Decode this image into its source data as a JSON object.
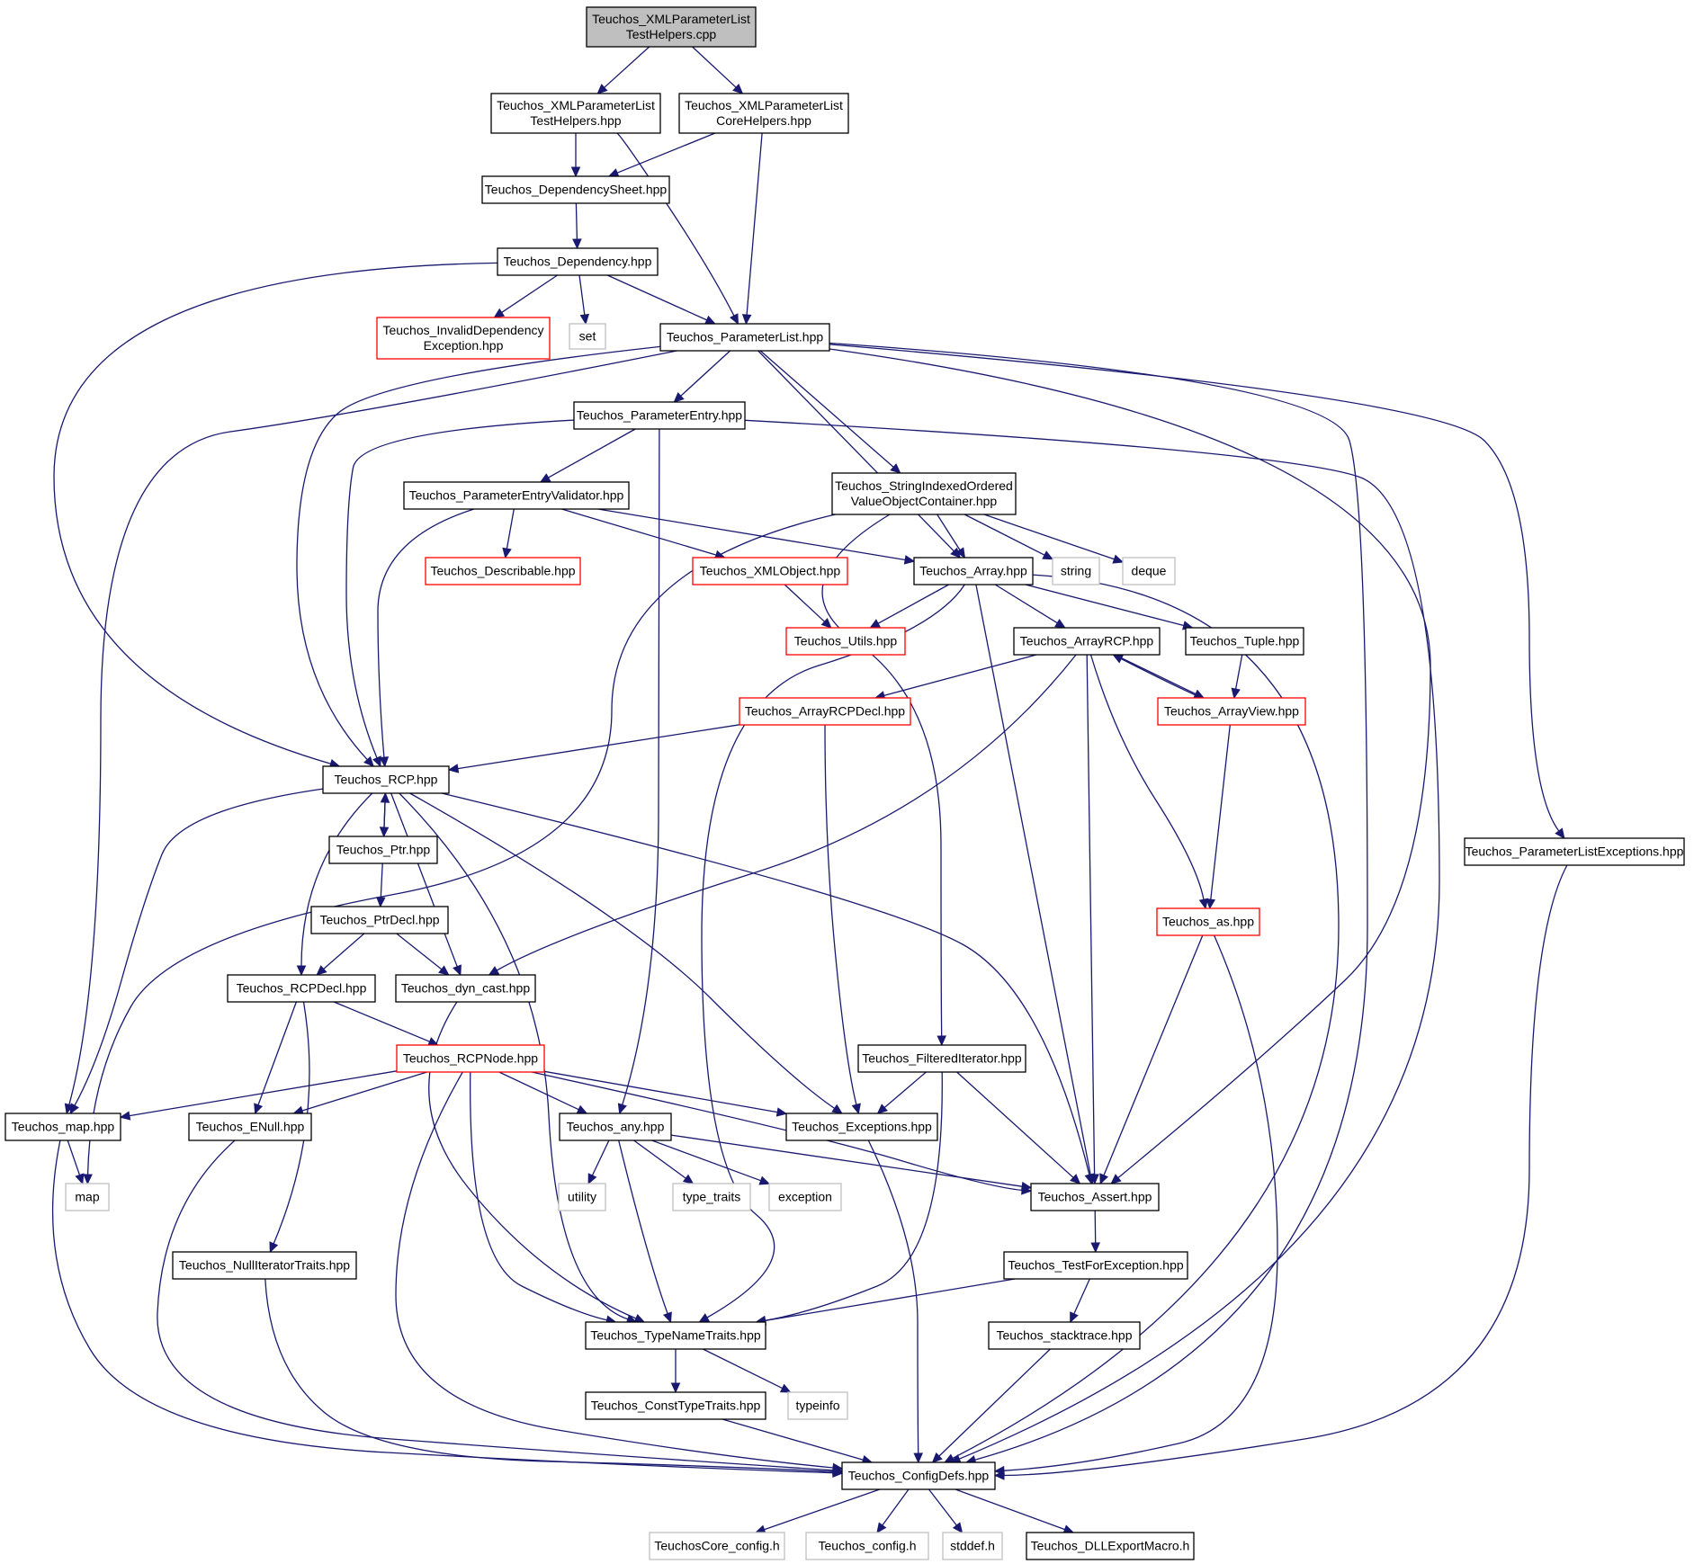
{
  "graph": {
    "colors": {
      "edge": "#191970",
      "border_default": "#000000",
      "border_truncated": "#ff0000",
      "border_external": "#bfbfbf",
      "fill_root": "#bfbfbf",
      "fill_default": "#ffffff"
    },
    "nodes": [
      {
        "id": "root",
        "kind": "root",
        "lines": [
          "Teuchos_XMLParameterList",
          "TestHelpers.cpp"
        ]
      },
      {
        "id": "testhelpers_hpp",
        "kind": "default",
        "lines": [
          "Teuchos_XMLParameterList",
          "TestHelpers.hpp"
        ]
      },
      {
        "id": "corehelpers_hpp",
        "kind": "default",
        "lines": [
          "Teuchos_XMLParameterList",
          "CoreHelpers.hpp"
        ]
      },
      {
        "id": "dependencysheet",
        "kind": "default",
        "lines": [
          "Teuchos_DependencySheet.hpp"
        ]
      },
      {
        "id": "dependency",
        "kind": "default",
        "lines": [
          "Teuchos_Dependency.hpp"
        ]
      },
      {
        "id": "invaliddependency",
        "kind": "truncated",
        "lines": [
          "Teuchos_InvalidDependency",
          "Exception.hpp"
        ]
      },
      {
        "id": "set",
        "kind": "external",
        "lines": [
          "set"
        ]
      },
      {
        "id": "parameterlist",
        "kind": "default",
        "lines": [
          "Teuchos_ParameterList.hpp"
        ]
      },
      {
        "id": "parameterentry",
        "kind": "default",
        "lines": [
          "Teuchos_ParameterEntry.hpp"
        ]
      },
      {
        "id": "parameterentryvalidator",
        "kind": "default",
        "lines": [
          "Teuchos_ParameterEntryValidator.hpp"
        ]
      },
      {
        "id": "stringindexed",
        "kind": "default",
        "lines": [
          "Teuchos_StringIndexedOrdered",
          "ValueObjectContainer.hpp"
        ]
      },
      {
        "id": "describable",
        "kind": "truncated",
        "lines": [
          "Teuchos_Describable.hpp"
        ]
      },
      {
        "id": "xmlobject",
        "kind": "truncated",
        "lines": [
          "Teuchos_XMLObject.hpp"
        ]
      },
      {
        "id": "array",
        "kind": "default",
        "lines": [
          "Teuchos_Array.hpp"
        ]
      },
      {
        "id": "string",
        "kind": "external",
        "lines": [
          "string"
        ]
      },
      {
        "id": "deque",
        "kind": "external",
        "lines": [
          "deque"
        ]
      },
      {
        "id": "utils",
        "kind": "truncated",
        "lines": [
          "Teuchos_Utils.hpp"
        ]
      },
      {
        "id": "arrayrcp",
        "kind": "default",
        "lines": [
          "Teuchos_ArrayRCP.hpp"
        ]
      },
      {
        "id": "tuple",
        "kind": "default",
        "lines": [
          "Teuchos_Tuple.hpp"
        ]
      },
      {
        "id": "arrayrcpdecl",
        "kind": "truncated",
        "lines": [
          "Teuchos_ArrayRCPDecl.hpp"
        ]
      },
      {
        "id": "arrayview",
        "kind": "truncated",
        "lines": [
          "Teuchos_ArrayView.hpp"
        ]
      },
      {
        "id": "rcp",
        "kind": "default",
        "lines": [
          "Teuchos_RCP.hpp"
        ]
      },
      {
        "id": "parameterlistexceptions",
        "kind": "default",
        "lines": [
          "Teuchos_ParameterListExceptions.hpp"
        ]
      },
      {
        "id": "ptr",
        "kind": "default",
        "lines": [
          "Teuchos_Ptr.hpp"
        ]
      },
      {
        "id": "ptrdecl",
        "kind": "default",
        "lines": [
          "Teuchos_PtrDecl.hpp"
        ]
      },
      {
        "id": "as",
        "kind": "truncated",
        "lines": [
          "Teuchos_as.hpp"
        ]
      },
      {
        "id": "rcpdecl",
        "kind": "default",
        "lines": [
          "Teuchos_RCPDecl.hpp"
        ]
      },
      {
        "id": "dyncast",
        "kind": "default",
        "lines": [
          "Teuchos_dyn_cast.hpp"
        ]
      },
      {
        "id": "rcpnode",
        "kind": "truncated",
        "lines": [
          "Teuchos_RCPNode.hpp"
        ]
      },
      {
        "id": "filterediterator",
        "kind": "default",
        "lines": [
          "Teuchos_FilteredIterator.hpp"
        ]
      },
      {
        "id": "map_hpp",
        "kind": "default",
        "lines": [
          "Teuchos_map.hpp"
        ]
      },
      {
        "id": "enull",
        "kind": "default",
        "lines": [
          "Teuchos_ENull.hpp"
        ]
      },
      {
        "id": "any",
        "kind": "default",
        "lines": [
          "Teuchos_any.hpp"
        ]
      },
      {
        "id": "exceptions",
        "kind": "default",
        "lines": [
          "Teuchos_Exceptions.hpp"
        ]
      },
      {
        "id": "map",
        "kind": "external",
        "lines": [
          "map"
        ]
      },
      {
        "id": "utility",
        "kind": "external",
        "lines": [
          "utility"
        ]
      },
      {
        "id": "type_traits",
        "kind": "external",
        "lines": [
          "type_traits"
        ]
      },
      {
        "id": "exception",
        "kind": "external",
        "lines": [
          "exception"
        ]
      },
      {
        "id": "assert",
        "kind": "default",
        "lines": [
          "Teuchos_Assert.hpp"
        ]
      },
      {
        "id": "nulliteratortraits",
        "kind": "default",
        "lines": [
          "Teuchos_NullIteratorTraits.hpp"
        ]
      },
      {
        "id": "testforexception",
        "kind": "default",
        "lines": [
          "Teuchos_TestForException.hpp"
        ]
      },
      {
        "id": "typenametraits",
        "kind": "default",
        "lines": [
          "Teuchos_TypeNameTraits.hpp"
        ]
      },
      {
        "id": "stacktrace",
        "kind": "default",
        "lines": [
          "Teuchos_stacktrace.hpp"
        ]
      },
      {
        "id": "consttypetraits",
        "kind": "default",
        "lines": [
          "Teuchos_ConstTypeTraits.hpp"
        ]
      },
      {
        "id": "typeinfo",
        "kind": "external",
        "lines": [
          "typeinfo"
        ]
      },
      {
        "id": "configdefs",
        "kind": "default",
        "lines": [
          "Teuchos_ConfigDefs.hpp"
        ]
      },
      {
        "id": "teuchoscore_config",
        "kind": "external",
        "lines": [
          "TeuchosCore_config.h"
        ]
      },
      {
        "id": "teuchos_config",
        "kind": "external",
        "lines": [
          "Teuchos_config.h"
        ]
      },
      {
        "id": "stddef",
        "kind": "external",
        "lines": [
          "stddef.h"
        ]
      },
      {
        "id": "dllexport",
        "kind": "default",
        "lines": [
          "Teuchos_DLLExportMacro.h"
        ]
      }
    ],
    "edges": [
      [
        "root",
        "testhelpers_hpp"
      ],
      [
        "root",
        "corehelpers_hpp"
      ],
      [
        "testhelpers_hpp",
        "dependencysheet"
      ],
      [
        "testhelpers_hpp",
        "parameterlist"
      ],
      [
        "corehelpers_hpp",
        "dependencysheet"
      ],
      [
        "corehelpers_hpp",
        "parameterlist"
      ],
      [
        "dependencysheet",
        "dependency"
      ],
      [
        "dependency",
        "invaliddependency"
      ],
      [
        "dependency",
        "set"
      ],
      [
        "dependency",
        "parameterlist"
      ],
      [
        "dependency",
        "rcp"
      ],
      [
        "parameterlist",
        "parameterentry"
      ],
      [
        "parameterlist",
        "stringindexed"
      ],
      [
        "parameterlist",
        "array"
      ],
      [
        "parameterlist",
        "rcp"
      ],
      [
        "parameterlist",
        "map_hpp"
      ],
      [
        "parameterlist",
        "assert"
      ],
      [
        "parameterlist",
        "parameterlistexceptions"
      ],
      [
        "parameterlist",
        "configdefs"
      ],
      [
        "parameterentry",
        "parameterentryvalidator"
      ],
      [
        "parameterentry",
        "rcp"
      ],
      [
        "parameterentry",
        "any"
      ],
      [
        "parameterentry",
        "configdefs"
      ],
      [
        "parameterentryvalidator",
        "describable"
      ],
      [
        "parameterentryvalidator",
        "xmlobject"
      ],
      [
        "parameterentryvalidator",
        "array"
      ],
      [
        "parameterentryvalidator",
        "rcp"
      ],
      [
        "stringindexed",
        "array"
      ],
      [
        "stringindexed",
        "string"
      ],
      [
        "stringindexed",
        "deque"
      ],
      [
        "stringindexed",
        "filterediterator"
      ],
      [
        "stringindexed",
        "map"
      ],
      [
        "xmlobject",
        "utils"
      ],
      [
        "array",
        "utils"
      ],
      [
        "array",
        "arrayrcp"
      ],
      [
        "array",
        "tuple"
      ],
      [
        "array",
        "assert"
      ],
      [
        "array",
        "typenametraits"
      ],
      [
        "array",
        "configdefs"
      ],
      [
        "arrayrcp",
        "arrayrcpdecl"
      ],
      [
        "arrayrcp",
        "arrayview"
      ],
      [
        "arrayrcp",
        "dyncast"
      ],
      [
        "arrayrcp",
        "as"
      ],
      [
        "arrayrcp",
        "assert"
      ],
      [
        "tuple",
        "arrayview"
      ],
      [
        "arrayview",
        "arrayrcp"
      ],
      [
        "arrayview",
        "as"
      ],
      [
        "arrayrcpdecl",
        "rcp"
      ],
      [
        "arrayrcpdecl",
        "exceptions"
      ],
      [
        "rcp",
        "ptr"
      ],
      [
        "rcp",
        "rcpdecl"
      ],
      [
        "rcp",
        "dyncast"
      ],
      [
        "rcp",
        "map_hpp"
      ],
      [
        "rcp",
        "exceptions"
      ],
      [
        "rcp",
        "assert"
      ],
      [
        "rcp",
        "typenametraits"
      ],
      [
        "ptr",
        "rcp"
      ],
      [
        "ptr",
        "ptrdecl"
      ],
      [
        "ptrdecl",
        "rcpdecl"
      ],
      [
        "ptrdecl",
        "dyncast"
      ],
      [
        "rcpdecl",
        "rcpnode"
      ],
      [
        "rcpdecl",
        "enull"
      ],
      [
        "rcpdecl",
        "nulliteratortraits"
      ],
      [
        "dyncast",
        "typenametraits"
      ],
      [
        "rcpnode",
        "map_hpp"
      ],
      [
        "rcpnode",
        "enull"
      ],
      [
        "rcpnode",
        "any"
      ],
      [
        "rcpnode",
        "exceptions"
      ],
      [
        "rcpnode",
        "assert"
      ],
      [
        "rcpnode",
        "typenametraits"
      ],
      [
        "rcpnode",
        "configdefs"
      ],
      [
        "filterediterator",
        "exceptions"
      ],
      [
        "filterediterator",
        "assert"
      ],
      [
        "filterediterator",
        "typenametraits"
      ],
      [
        "map_hpp",
        "map"
      ],
      [
        "map_hpp",
        "configdefs"
      ],
      [
        "enull",
        "configdefs"
      ],
      [
        "any",
        "utility"
      ],
      [
        "any",
        "type_traits"
      ],
      [
        "any",
        "exception"
      ],
      [
        "any",
        "assert"
      ],
      [
        "any",
        "typenametraits"
      ],
      [
        "exceptions",
        "configdefs"
      ],
      [
        "as",
        "assert"
      ],
      [
        "as",
        "configdefs"
      ],
      [
        "parameterlistexceptions",
        "configdefs"
      ],
      [
        "assert",
        "testforexception"
      ],
      [
        "testforexception",
        "typenametraits"
      ],
      [
        "testforexception",
        "stacktrace"
      ],
      [
        "stacktrace",
        "configdefs"
      ],
      [
        "nulliteratortraits",
        "configdefs"
      ],
      [
        "typenametraits",
        "consttypetraits"
      ],
      [
        "typenametraits",
        "typeinfo"
      ],
      [
        "consttypetraits",
        "configdefs"
      ],
      [
        "configdefs",
        "teuchoscore_config"
      ],
      [
        "configdefs",
        "teuchos_config"
      ],
      [
        "configdefs",
        "stddef"
      ],
      [
        "configdefs",
        "dllexport"
      ]
    ]
  }
}
